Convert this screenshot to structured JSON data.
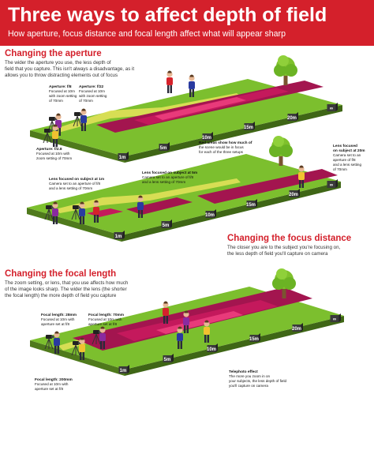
{
  "header": {
    "title": "Three ways to affect depth of field",
    "subtitle": "How aperture, focus distance and focal length affect what will appear sharp"
  },
  "colors": {
    "brand_red": "#d4202b",
    "grass": "#7cbf2e",
    "zone": "#a3154f",
    "path": "#e8e35a"
  },
  "icons": [
    "camera-icon",
    "tripod-icon",
    "person-icon",
    "tree-icon"
  ],
  "section_aperture": {
    "heading": "Changing the aperture",
    "body": [
      "The wider the aperture you use, the less depth of",
      "field that you capture. This isn't always a disadvantage, as it",
      "allows you to throw distracting elements out of focus"
    ],
    "labels": {
      "ap18": [
        "Aperture: f/8",
        "Focused at 10m",
        "with zoom setting",
        "of 70mm"
      ],
      "ap122": [
        "Aperture: f/22",
        "Focused at 10m",
        "with zoom setting",
        "of 70mm"
      ],
      "ap128": [
        "Aperture: f/2.8",
        "Focused at 10m with",
        "zoom setting of 70mm"
      ],
      "redareas": [
        "Red areas show how much of",
        "the scene would be in focus",
        "for each of the three setups"
      ]
    },
    "markers": [
      "1m",
      "5m",
      "10m",
      "15m",
      "20m",
      "∞"
    ]
  },
  "section_focus": {
    "heading": "Changing the focus distance",
    "body": [
      "The closer you are to the subject you're focusing on,",
      "the less depth of field you'll capture on camera"
    ],
    "labels": {
      "focus1m": [
        "Lens focused on subject at 1m",
        "Camera set to an aperture of f/8",
        "and a lens setting of 70mm"
      ],
      "focus5m": [
        "Lens focused on subject at 5m",
        "Camera set to an aperture of f/8",
        "and a lens setting of 70mm"
      ],
      "focus20m": [
        "Lens focused",
        "on subject at 20m",
        "Camera set to an",
        "aperture of f/8",
        "and a lens setting",
        "of 70mm"
      ]
    },
    "markers": [
      "1m",
      "5m",
      "10m",
      "15m",
      "20m",
      "∞"
    ]
  },
  "section_focal": {
    "heading": "Changing the focal length",
    "body": [
      "The zoom setting, or lens, that you use affects how much",
      "of the image looks sharp. The wider the lens (the shorter",
      "the focal length) the more depth of field you capture"
    ],
    "labels": {
      "fl28": [
        "Focal length: 28mm",
        "Focused at 10m with",
        "aperture set at f/8"
      ],
      "fl70": [
        "Focal length: 70mm",
        "Focused at 10m with",
        "aperture set at f/8"
      ],
      "fl200": [
        "Focal length: 200mm",
        "Focused at 10m with",
        "aperture set at f/8"
      ],
      "tele": [
        "Telephoto effect",
        "The more you zoom in on",
        "your subjects, the less depth of field",
        "you'll capture on camera"
      ]
    },
    "markers": [
      "1m",
      "5m",
      "10m",
      "15m",
      "20m",
      "∞"
    ]
  }
}
